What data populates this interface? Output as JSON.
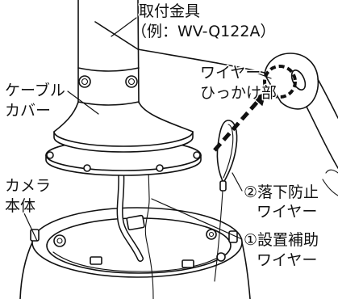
{
  "labels": {
    "mounting_bracket": {
      "name": "取付金具",
      "example": "（例：WV-Q122A）"
    },
    "wire_hook": {
      "line1": "ワイヤー",
      "line2": "ひっかけ部"
    },
    "cable_cover": {
      "line1": "ケーブル",
      "line2": "カバー"
    },
    "camera_body": {
      "line1": "カメラ",
      "line2": "本体"
    },
    "fall_prevention_wire": {
      "line1": "②落下防止",
      "line2": "ワイヤー"
    },
    "installation_aid_wire": {
      "line1": "①設置補助",
      "line2": "ワイヤー"
    }
  }
}
